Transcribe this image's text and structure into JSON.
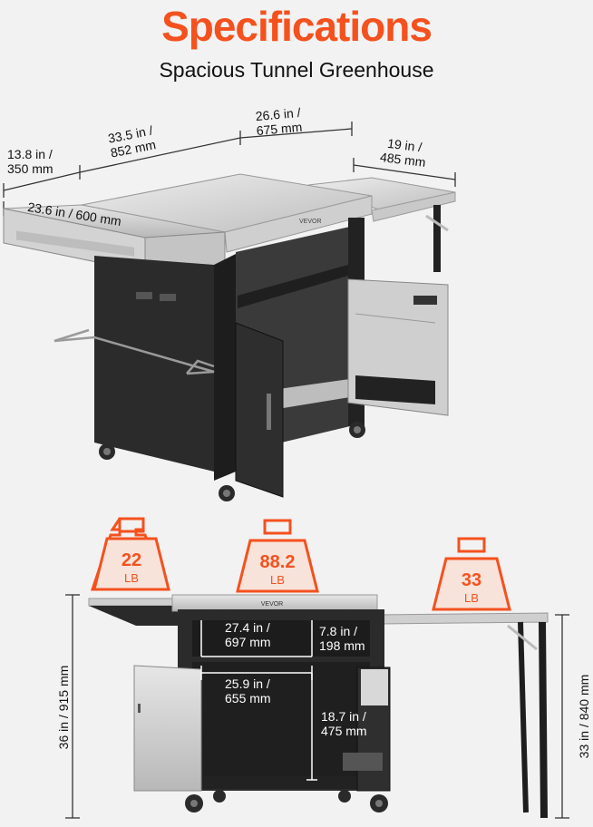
{
  "header": {
    "title": "Specifications",
    "subtitle": "Spacious Tunnel Greenhouse"
  },
  "brand": "VEVOR",
  "top_dimensions": {
    "depth_left": "13.8 in /\n350 mm",
    "main_length": "33.5 in /\n852 mm",
    "side_length": "26.6 in /\n675 mm",
    "ext_depth": "19 in /\n485 mm",
    "front_width": "23.6 in / 600 mm"
  },
  "weights": [
    {
      "value": "22",
      "unit": "LB"
    },
    {
      "value": "88.2",
      "unit": "LB"
    },
    {
      "value": "33",
      "unit": "LB"
    }
  ],
  "front_dimensions": {
    "height_total": "36 in / 915 mm",
    "height_side": "33 in / 840 mm",
    "shelf_width": "27.4 in /\n697 mm",
    "shelf_height": "7.8 in /\n198 mm",
    "cabinet_width": "25.9 in /\n655 mm",
    "cabinet_height": "18.7 in /\n475 mm"
  },
  "colors": {
    "accent": "#f4511e",
    "steel": "#d9d9d9",
    "body": "#2a2a2a"
  }
}
